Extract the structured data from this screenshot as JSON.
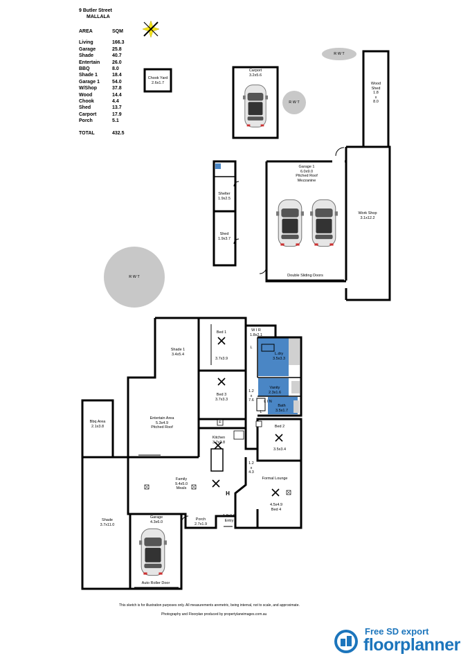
{
  "header": {
    "address": "9 Butler Street",
    "suburb": "MALLALA"
  },
  "area_table": {
    "col_area": "AREA",
    "col_sqm": "SQM",
    "rows": [
      {
        "name": "Living",
        "sqm": "166.3"
      },
      {
        "name": "Garage",
        "sqm": "25.8"
      },
      {
        "name": "Shade",
        "sqm": "40.7"
      },
      {
        "name": "Entertain",
        "sqm": "26.0"
      },
      {
        "name": "BBQ",
        "sqm": "8.0"
      },
      {
        "name": "Shade 1",
        "sqm": "18.4"
      },
      {
        "name": "Garage 1",
        "sqm": "54.0"
      },
      {
        "name": "W/Shop",
        "sqm": "37.8"
      },
      {
        "name": "Wood",
        "sqm": "14.4"
      },
      {
        "name": "Chook",
        "sqm": "4.4"
      },
      {
        "name": "Shed",
        "sqm": "13.7"
      },
      {
        "name": "Carport",
        "sqm": "17.9"
      },
      {
        "name": "Porch",
        "sqm": "5.1"
      }
    ],
    "total_label": "TOTAL",
    "total_value": "432.5"
  },
  "rooms": {
    "chook_yard": [
      "Chook Yard",
      "2.6x1.7"
    ],
    "carport": [
      "Carport",
      "3.2x5.6"
    ],
    "wood_shed": [
      "Wood",
      "Shed",
      "1.8",
      "x",
      "8.0"
    ],
    "garage1": [
      "Garage 1",
      "6.0x9.0",
      "Pitched Roof",
      "Mezzanine"
    ],
    "shelter": [
      "Shelter",
      "1.9x2.5"
    ],
    "shed": [
      "Shed",
      "1.9x3.7"
    ],
    "workshop": [
      "Work Shop",
      "3.1x12.2"
    ],
    "shade1": [
      "Shade 1",
      "3.4x5.4"
    ],
    "bed1": [
      "Bed 1"
    ],
    "bed1_dim": [
      "3.7x3.9"
    ],
    "wir": [
      "W I R",
      "1.8x2.1"
    ],
    "ldry": [
      "L.dry",
      "3.5x3.3"
    ],
    "bed3": [
      "Bed 3",
      "3.7x3.3"
    ],
    "vanity": [
      "Vanity",
      "2.3x1.6"
    ],
    "bath": [
      "Bath",
      "3.5x1.7"
    ],
    "hall1": [
      "1.2",
      "x",
      "7.6"
    ],
    "bbq": [
      "Bbq Area",
      "2.1x3.8"
    ],
    "entertain": [
      "Entertain Area",
      "5.3x4.9",
      "Pitched Roof"
    ],
    "kitchen": [
      "Kitchen",
      "3.7x2.8"
    ],
    "bed2": [
      "Bed 2"
    ],
    "bed2_dim": [
      "3.5x3.4"
    ],
    "hall2": [
      "1.2",
      "x",
      "4.3"
    ],
    "formal": [
      "Formal Lounge"
    ],
    "formal_dim": [
      "4.5x4.9",
      "Bed 4"
    ],
    "family": [
      "Family",
      "9.4x5.0",
      "Meals"
    ],
    "shade": [
      "Shade",
      "3.7x11.0"
    ],
    "garage": [
      "Garage",
      "4.3x6.0"
    ],
    "porch": [
      "Porch",
      "2.7x1.9"
    ],
    "entry": [
      "1.8x1.9",
      "Entry"
    ]
  },
  "labels": {
    "rwt": "R W T",
    "double_doors": "Double Sliding Doors",
    "auto_door": "Auto Roller Door",
    "lin": "L I N",
    "l": "L",
    "f": "F",
    "h": "H"
  },
  "footer": {
    "disclaimer": "This sketch is for illustration  purposes only.   All measurements aremetric, being internal, not to scale, and approximate.",
    "credit": "Photography and Floorplan produced by propertylaneimages.com.au"
  },
  "branding": {
    "export_text": "Free SD export",
    "brand_name": "floorplanner",
    "brand_color": "#1c75bc"
  },
  "colors": {
    "wet_area": "#4a86c5",
    "tank": "#c8c8c8",
    "wall": "#000000"
  }
}
